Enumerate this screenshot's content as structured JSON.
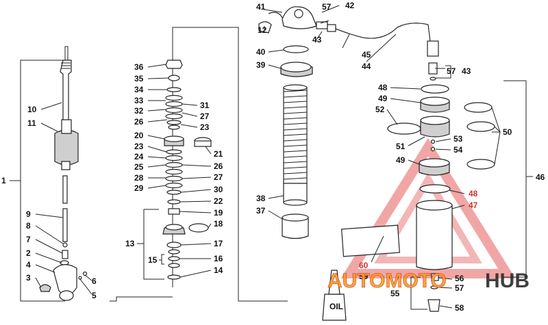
{
  "callouts": {
    "p1": "1",
    "p2": "2",
    "p3": "3",
    "p4": "4",
    "p5": "5",
    "p6": "6",
    "p7": "7",
    "p8": "8",
    "p9": "9",
    "p10": "10",
    "p11": "11",
    "p12": "12",
    "p13": "13",
    "p14": "14",
    "p15": "15",
    "p16": "16",
    "p17": "17",
    "p18": "18",
    "p19": "19",
    "p20": "20",
    "p21": "21",
    "p22": "22",
    "p23a": "23",
    "p23b": "23",
    "p24": "24",
    "p25": "25",
    "p26a": "26",
    "p26b": "26",
    "p27a": "27",
    "p27b": "27",
    "p28": "28",
    "p29": "29",
    "p30": "30",
    "p31": "31",
    "p32": "32",
    "p33": "33",
    "p34": "34",
    "p35": "35",
    "p36": "36",
    "p37": "37",
    "p38": "38",
    "p39": "39",
    "p40": "40",
    "p41": "41",
    "p42": "42",
    "p43a": "43",
    "p43b": "43",
    "p44": "44",
    "p45": "45",
    "p46": "46",
    "p47": "47",
    "p48a": "48",
    "p48b": "48",
    "p49a": "49",
    "p49b": "49",
    "p50": "50",
    "p51": "51",
    "p52": "52",
    "p53": "53",
    "p54": "54",
    "p55": "55",
    "p56": "56",
    "p57a": "57",
    "p57b": "57",
    "p57c": "57",
    "p58": "58",
    "p59": "59",
    "p60": "60"
  },
  "oil_bottle_label": "OIL",
  "watermark": {
    "text_a": "AUTOMOTO",
    "text_b": "HUB",
    "color_orange": "#f0a020",
    "color_red": "#d42020",
    "color_dark": "#2b2b2b"
  }
}
